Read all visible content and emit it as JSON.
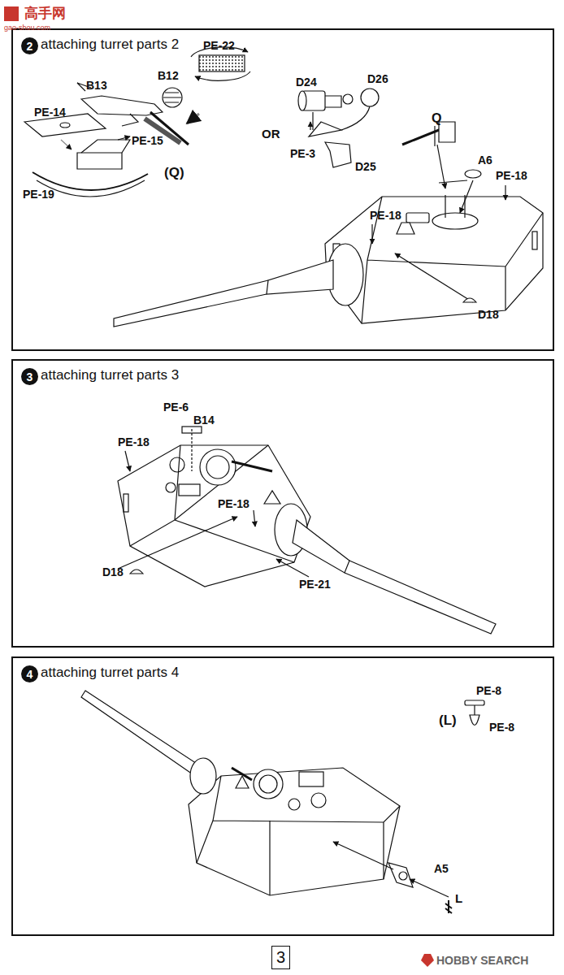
{
  "diagram": {
    "nodes": [
      {
        "text": [
          "attaching turret parts 2"
        ]
      },
      {
        "text": [
          "2"
        ],
        "in": 0
      },
      {
        "text": [
          "attaching turret parts 3"
        ]
      },
      {
        "text": [
          "3"
        ],
        "in": 2
      },
      {
        "text": [
          "attaching turret parts 4"
        ]
      },
      {
        "text": [
          "4"
        ],
        "in": 4
      },
      {
        "text": [
          "3"
        ]
      }
    ],
    "labels": [
      "高手网",
      "gao-shou.com",
      "B13",
      "B12",
      "PE-22",
      "PE-14",
      "PE-15",
      "PE-19",
      "(Q)",
      "OR",
      "D24",
      "D26",
      "PE-3",
      "D25",
      "Q",
      "A6",
      "PE-18",
      "PE-18",
      "D18",
      "PE-6",
      "B14",
      "PE-18",
      "PE-18",
      "D18",
      "PE-21",
      "PE-8",
      "(L)",
      "PE-8",
      "A5",
      "L",
      "HOBBY SEARCH"
    ]
  }
}
